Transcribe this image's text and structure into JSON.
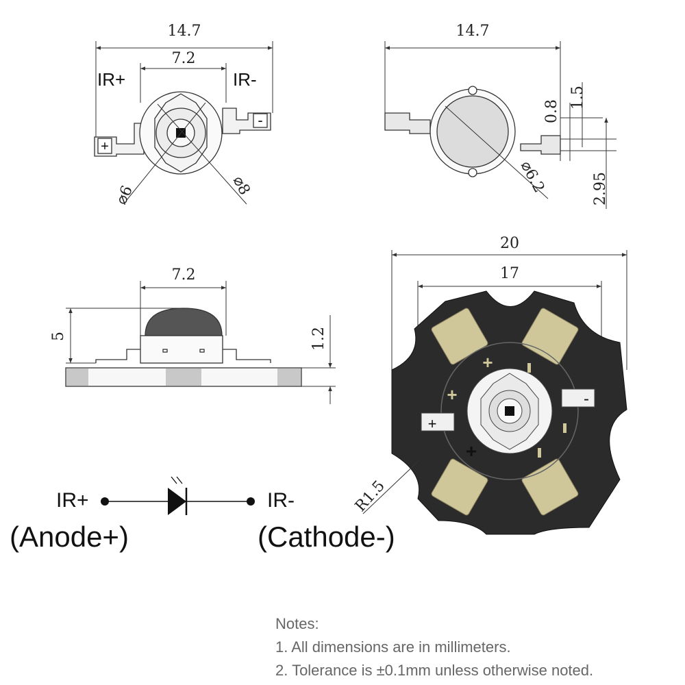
{
  "top_view": {
    "width_total": "14.7",
    "width_inner": "7.2",
    "pin_plus_label": "IR+",
    "pin_minus_label": "IR-",
    "plus_sign": "+",
    "minus_sign": "-",
    "dia_inner": "⌀6",
    "dia_outer": "⌀8"
  },
  "bottom_view": {
    "width_total": "14.7",
    "dim_0_8": "0.8",
    "dim_1_5": "1.5",
    "dim_2_95": "2.95",
    "dia_lens": "⌀6.2"
  },
  "side_view": {
    "width": "7.2",
    "height": "5",
    "base_thickness": "1.2"
  },
  "star_board": {
    "width_total": "20",
    "width_inner": "17",
    "radius": "R1.5",
    "plus_sign": "+",
    "minus_sign": "-"
  },
  "schematic": {
    "anode_pin": "IR+",
    "cathode_pin": "IR-",
    "anode_label": "(Anode+)",
    "cathode_label": "(Cathode-)"
  },
  "notes": {
    "heading": "Notes:",
    "line1": "1. All dimensions are in millimeters.",
    "line2": "2. Tolerance is ±0.1mm unless otherwise noted."
  },
  "colors": {
    "pcb": "#2b2b2b",
    "pad_gold": "#cfc69a",
    "lens_gray": "#dcdcdc",
    "dome_dark": "#555555",
    "line": "#333333",
    "note_text": "#666666"
  }
}
